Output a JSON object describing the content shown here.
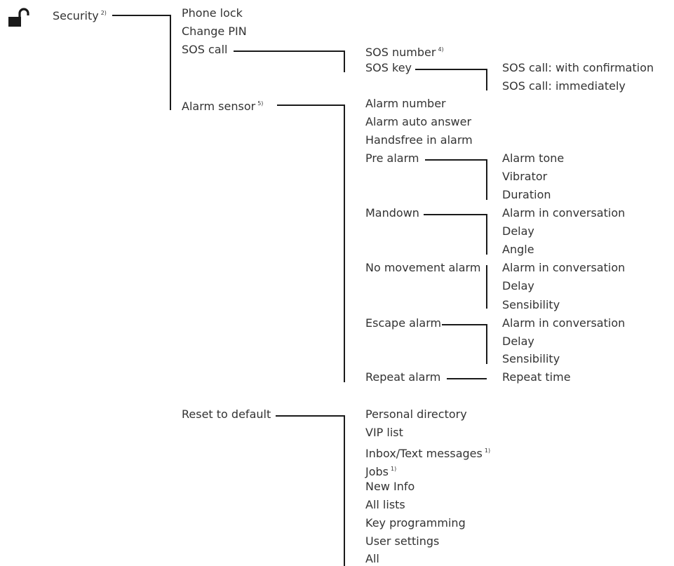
{
  "menu": {
    "icon": "unlocked-padlock-icon",
    "root": {
      "label": "Security",
      "note": "2)"
    },
    "level1": [
      {
        "label": "Phone lock"
      },
      {
        "label": "Change PIN"
      },
      {
        "label": "SOS call"
      },
      {
        "label": "Alarm sensor",
        "note": "5)"
      },
      {
        "label": "Reset to default"
      }
    ],
    "sos_call": [
      {
        "label": "SOS number",
        "note": "4)"
      },
      {
        "label": "SOS key"
      }
    ],
    "sos_key": [
      {
        "label": "SOS call: with confirmation"
      },
      {
        "label": "SOS call: immediately"
      }
    ],
    "alarm_sensor": [
      {
        "label": "Alarm number"
      },
      {
        "label": "Alarm auto answer"
      },
      {
        "label": "Handsfree in alarm"
      },
      {
        "label": "Pre alarm"
      },
      {
        "label": "Mandown"
      },
      {
        "label": "No movement alarm"
      },
      {
        "label": "Escape alarm"
      },
      {
        "label": "Repeat alarm"
      }
    ],
    "pre_alarm": [
      {
        "label": "Alarm tone"
      },
      {
        "label": "Vibrator"
      },
      {
        "label": "Duration"
      }
    ],
    "mandown": [
      {
        "label": "Alarm in conversation"
      },
      {
        "label": "Delay"
      },
      {
        "label": "Angle"
      }
    ],
    "no_movement": [
      {
        "label": "Alarm in conversation"
      },
      {
        "label": "Delay"
      },
      {
        "label": "Sensibility"
      }
    ],
    "escape": [
      {
        "label": "Alarm in conversation"
      },
      {
        "label": "Delay"
      },
      {
        "label": "Sensibility"
      }
    ],
    "repeat": [
      {
        "label": "Repeat time"
      }
    ],
    "reset": [
      {
        "label": "Personal directory"
      },
      {
        "label": "VIP list"
      },
      {
        "label": "Inbox/Text messages",
        "note": "1)"
      },
      {
        "label": "Jobs",
        "note": "1)"
      },
      {
        "label": "New Info"
      },
      {
        "label": "All lists"
      },
      {
        "label": "Key programming"
      },
      {
        "label": "User settings"
      },
      {
        "label": "All"
      }
    ]
  }
}
